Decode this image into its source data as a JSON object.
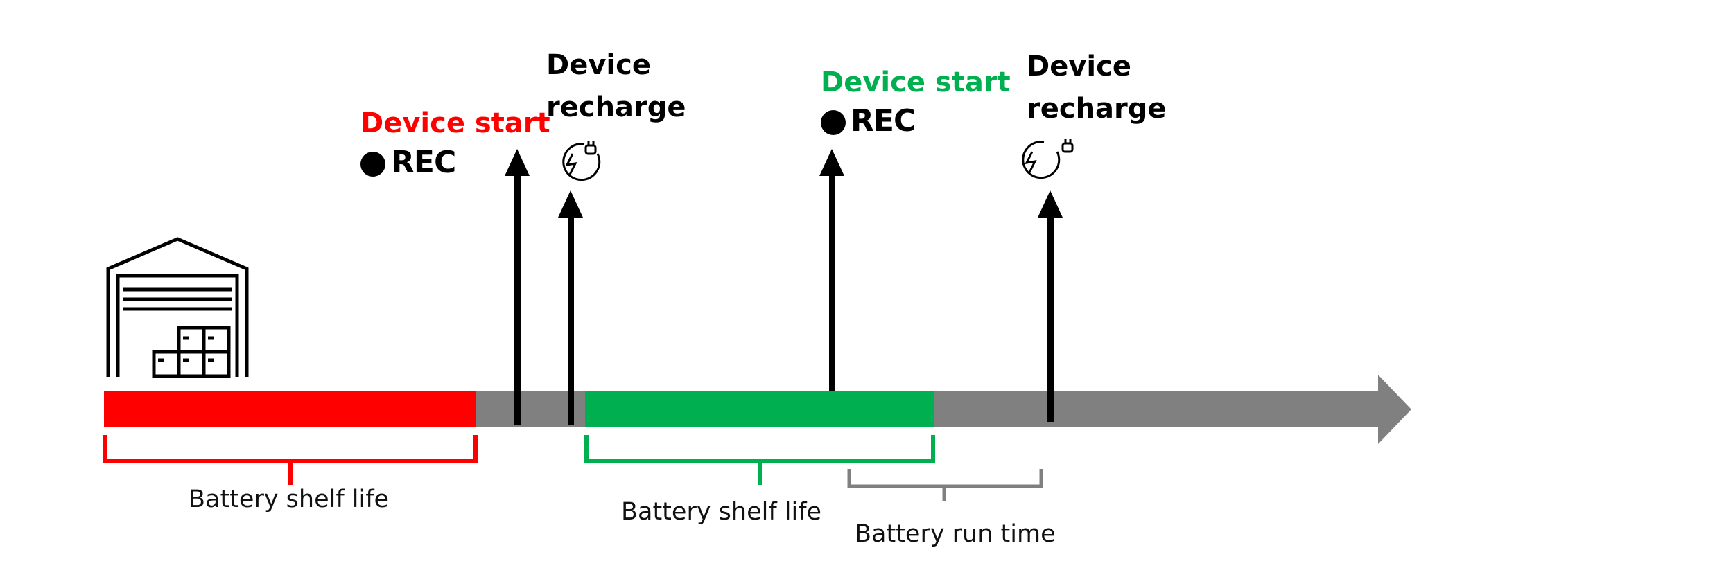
{
  "colors": {
    "timeline": "#808080",
    "first_shelf": "#ff0000",
    "second_shelf": "#00b050",
    "run_time": "#808080",
    "arrow": "#000000",
    "text": "#000000"
  },
  "events": [
    {
      "title": "Device start",
      "color": "#ff0000",
      "tag": "REC",
      "icon": "record-dot-icon"
    },
    {
      "title_lines": [
        "Device",
        "recharge"
      ],
      "color": "#000000",
      "icon": "charging-plug-icon"
    },
    {
      "title": "Device start",
      "color": "#00b050",
      "tag": "REC",
      "icon": "record-dot-icon"
    },
    {
      "title_lines": [
        "Device",
        "recharge"
      ],
      "color": "#000000",
      "icon": "charging-plug-icon"
    }
  ],
  "brackets": [
    {
      "label": "Battery shelf life",
      "color": "#ff0000"
    },
    {
      "label": "Battery shelf life",
      "color": "#00b050"
    },
    {
      "label": "Battery run time",
      "color": "#808080"
    }
  ],
  "icons": {
    "storage": "warehouse-icon"
  }
}
